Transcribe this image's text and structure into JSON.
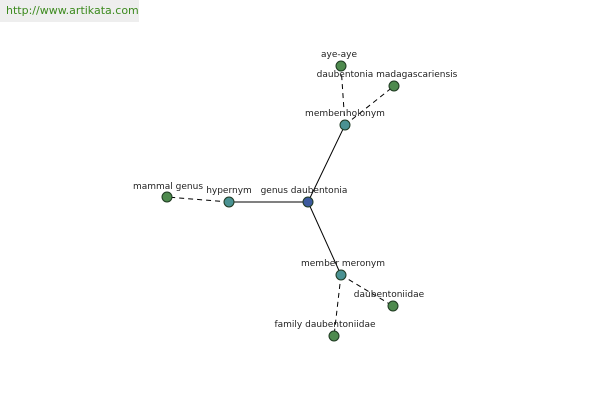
{
  "source": {
    "url_text": "http://www.artikata.com"
  },
  "colors": {
    "root": "#3d5a9e",
    "relation": "#4a9292",
    "term": "#4e8a4e",
    "link_text": "#3c8a1e"
  },
  "graph": {
    "nodes": [
      {
        "id": "genus-daubentonia",
        "label": "genus daubentonia",
        "kind": "root"
      },
      {
        "id": "member-holonym",
        "label": "member holonym",
        "kind": "relation"
      },
      {
        "id": "hypernym",
        "label": "hypernym",
        "kind": "relation"
      },
      {
        "id": "member-meronym",
        "label": "member meronym",
        "kind": "relation"
      },
      {
        "id": "aye-aye",
        "label": "aye-aye",
        "kind": "term"
      },
      {
        "id": "daubentonia-madagascariensis",
        "label": "daubentonia madagascariensis",
        "kind": "term"
      },
      {
        "id": "mammal-genus",
        "label": "mammal genus",
        "kind": "term"
      },
      {
        "id": "daubentoniidae",
        "label": "daubentoniidae",
        "kind": "term"
      },
      {
        "id": "family-daubentoniidae",
        "label": "family daubentoniidae",
        "kind": "term"
      }
    ],
    "edges": [
      {
        "from": "genus-daubentonia",
        "to": "member-holonym",
        "style": "solid"
      },
      {
        "from": "genus-daubentonia",
        "to": "hypernym",
        "style": "solid"
      },
      {
        "from": "genus-daubentonia",
        "to": "member-meronym",
        "style": "solid"
      },
      {
        "from": "member-holonym",
        "to": "aye-aye",
        "style": "dashed"
      },
      {
        "from": "member-holonym",
        "to": "daubentonia-madagascariensis",
        "style": "dashed"
      },
      {
        "from": "hypernym",
        "to": "mammal-genus",
        "style": "dashed"
      },
      {
        "from": "member-meronym",
        "to": "daubentoniidae",
        "style": "dashed"
      },
      {
        "from": "member-meronym",
        "to": "family-daubentoniidae",
        "style": "dashed"
      }
    ]
  }
}
